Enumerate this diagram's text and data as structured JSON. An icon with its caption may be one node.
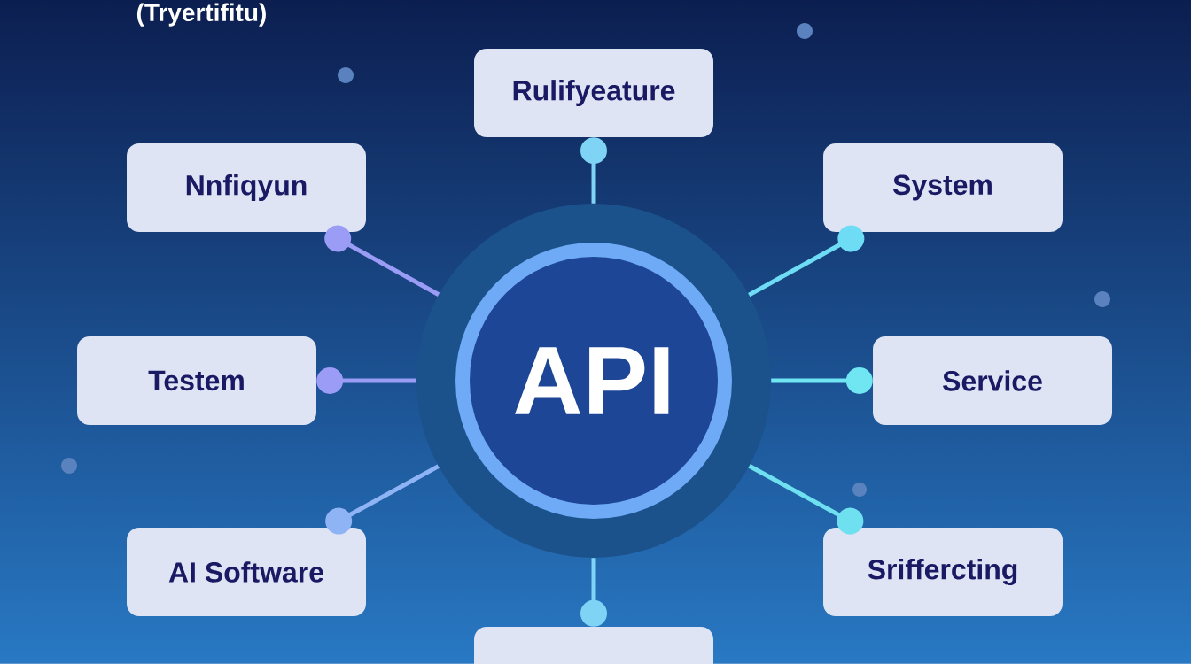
{
  "diagram": {
    "nodes": [
      {
        "text": [
          "API"
        ]
      },
      {
        "text": [
          "Rulifyeature"
        ]
      },
      {
        "text": [
          "Nnfiqyun"
        ]
      },
      {
        "text": [
          "System"
        ]
      },
      {
        "text": [
          "Testem"
        ]
      },
      {
        "text": [
          "Service"
        ]
      },
      {
        "text": [
          "AI Software"
        ]
      },
      {
        "text": [
          "Sriffercting"
        ]
      },
      {
        "text": [],
        "shape": "box"
      }
    ],
    "edges": [
      {
        "from": 0,
        "to": 1,
        "arrow": "other",
        "color": "#7fd3f5"
      },
      {
        "from": 0,
        "to": 2,
        "arrow": "other",
        "color": "#9a9cf5"
      },
      {
        "from": 0,
        "to": 3,
        "arrow": "other",
        "color": "#6fdcf5"
      },
      {
        "from": 0,
        "to": 4,
        "arrow": "other",
        "color": "#9a9cf5"
      },
      {
        "from": 0,
        "to": 5,
        "arrow": "other",
        "color": "#6fe6f2"
      },
      {
        "from": 0,
        "to": 6,
        "arrow": "other",
        "color": "#8fb4f5"
      },
      {
        "from": 0,
        "to": 7,
        "arrow": "other",
        "color": "#6fe0f0"
      },
      {
        "from": 0,
        "to": 8,
        "arrow": "other",
        "color": "#7fd3f5"
      }
    ],
    "labels": [
      "(Tryertifitu)"
    ]
  }
}
